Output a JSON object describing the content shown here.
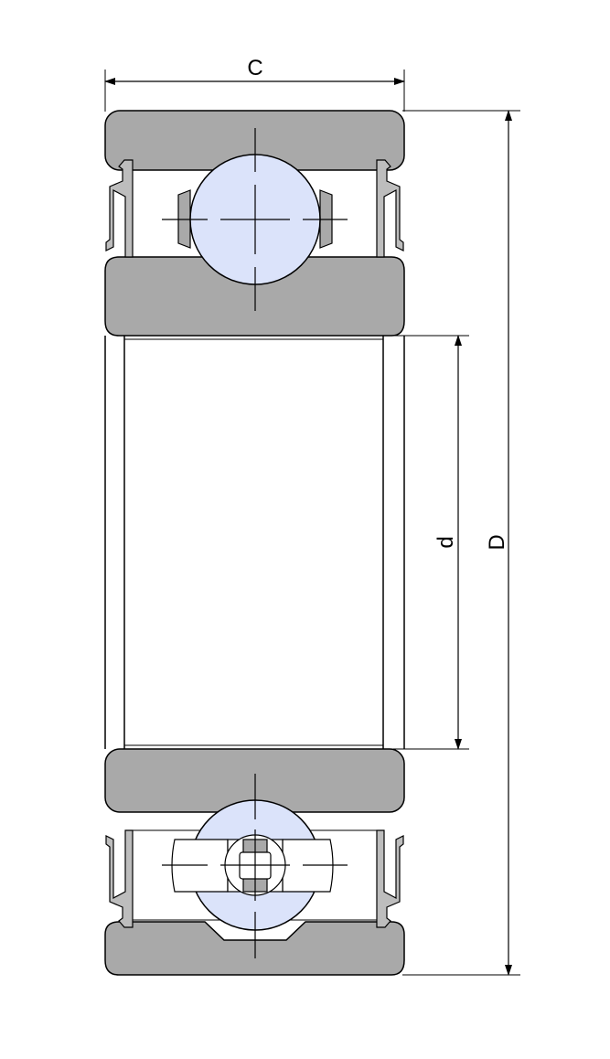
{
  "diagram": {
    "labels": {
      "width": "C",
      "bore": "d",
      "outer": "D"
    },
    "colors": {
      "ring": "#a9a9a9",
      "ball": "#dbe3fa",
      "line": "#000000",
      "background": "#ffffff",
      "seal": "#bdbdbd"
    }
  }
}
